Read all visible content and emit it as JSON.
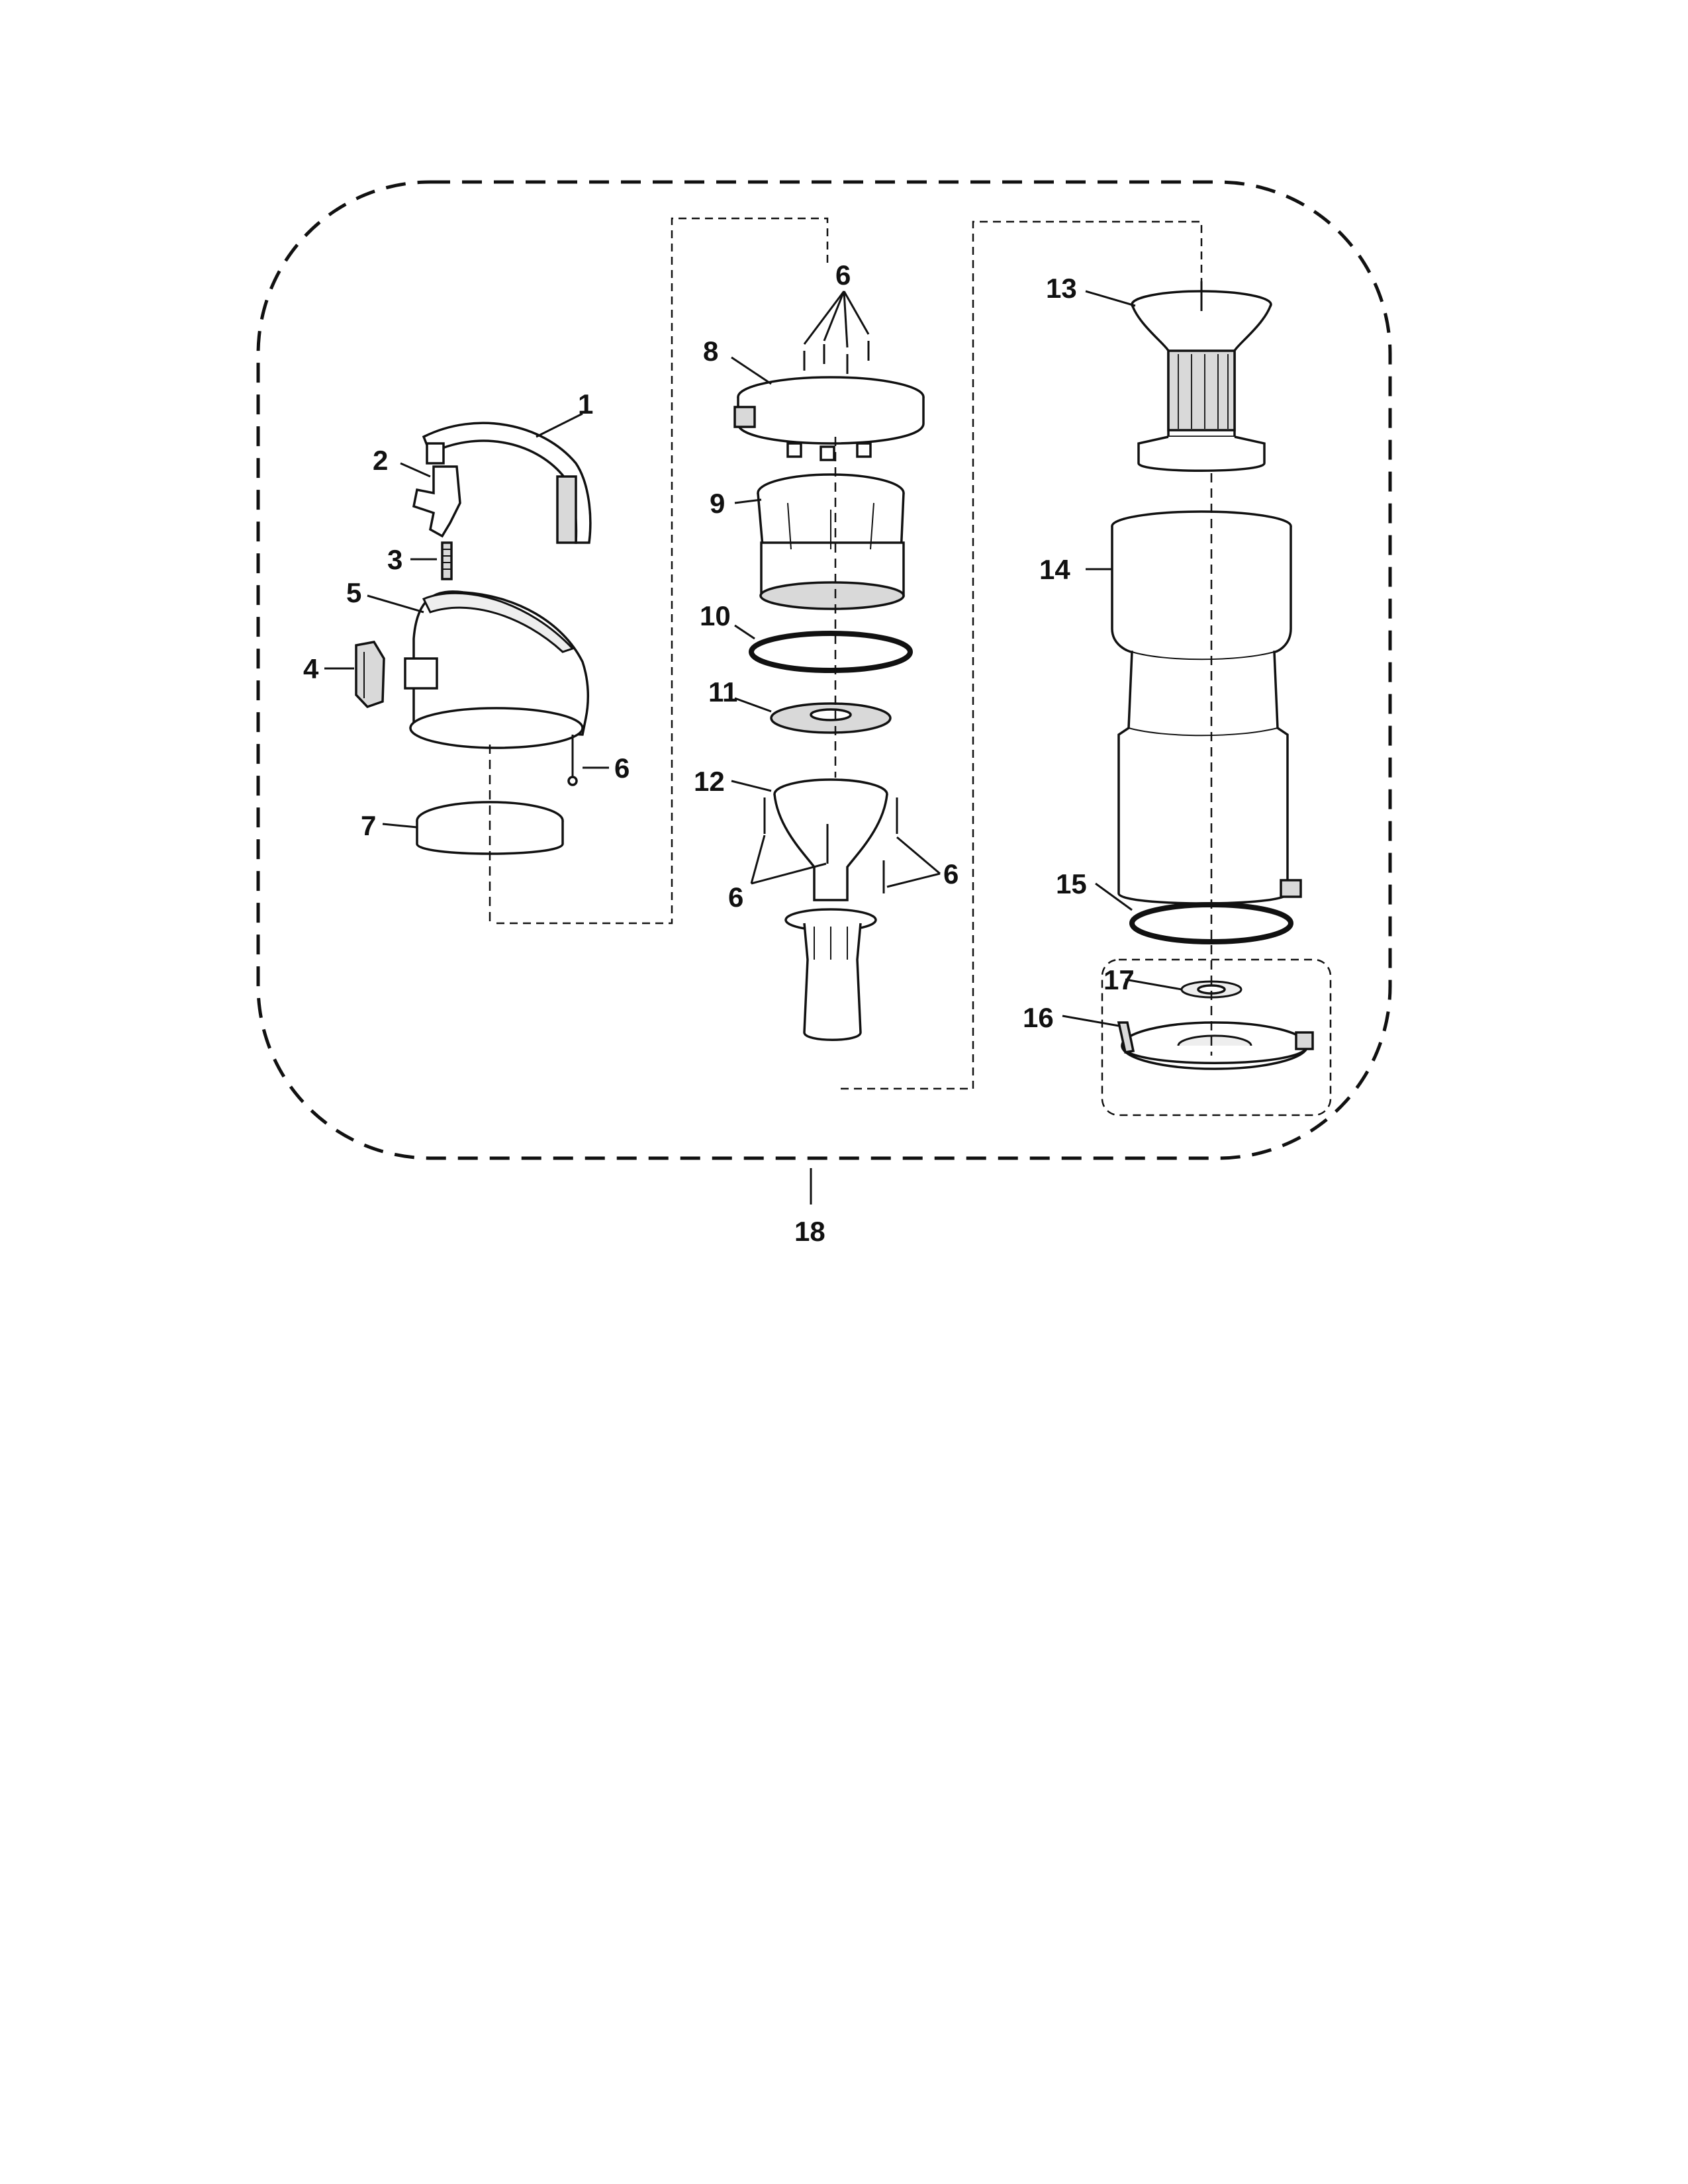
{
  "diagram": {
    "callouts": {
      "c1": "1",
      "c2": "2",
      "c3": "3",
      "c4": "4",
      "c5": "5",
      "c6_lid": "6",
      "c6_top": "6",
      "c6_left": "6",
      "c6_right": "6",
      "c7": "7",
      "c8": "8",
      "c9": "9",
      "c10": "10",
      "c11": "11",
      "c12": "12",
      "c13": "13",
      "c14": "14",
      "c15": "15",
      "c16": "16",
      "c17": "17",
      "c18": "18"
    }
  }
}
